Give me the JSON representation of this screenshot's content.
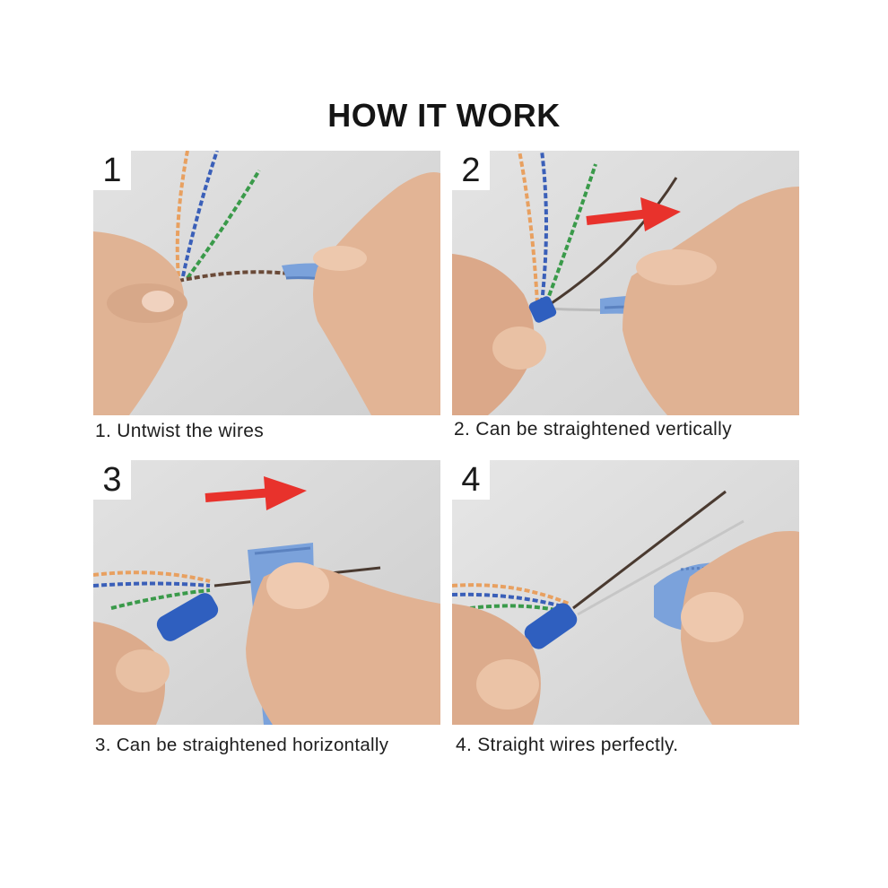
{
  "title": "HOW IT WORK",
  "steps": [
    {
      "number": "1",
      "caption": "1. Untwist the wires"
    },
    {
      "number": "2",
      "caption": "2. Can be straightened vertically"
    },
    {
      "number": "3",
      "caption": "3. Can be straightened horizontally"
    },
    {
      "number": "4",
      "caption": "4. Straight wires perfectly."
    }
  ],
  "colors": {
    "tool": "#7ba2db",
    "arrow": "#e8322c",
    "skin": "#e3b99a",
    "background": "#d9d9d9"
  }
}
